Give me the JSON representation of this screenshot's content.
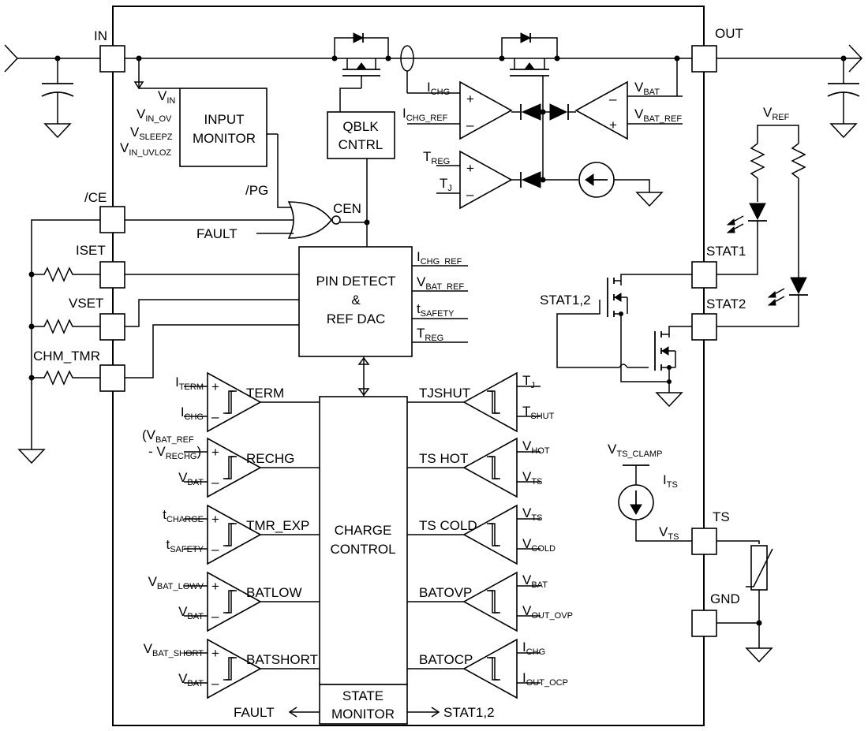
{
  "pins": {
    "in": "IN",
    "out": "OUT",
    "ce": "/CE",
    "iset": "ISET",
    "vset": "VSET",
    "chm_tmr": "CHM_TMR",
    "stat1": "STAT1",
    "stat2": "STAT2",
    "ts": "TS",
    "gnd": "GND"
  },
  "input_monitor": {
    "title_line1": "INPUT",
    "title_line2": "MONITOR",
    "inputs": [
      {
        "main": "V",
        "sub": "IN"
      },
      {
        "main": "V",
        "sub": "IN_OV"
      },
      {
        "main": "V",
        "sub": "SLEEPZ"
      },
      {
        "main": "V",
        "sub": "IN_UVLOZ"
      }
    ]
  },
  "qblk": {
    "line1": "QBLK",
    "line2": "CNTRL"
  },
  "pg_label": "/PG",
  "fault_input": "FAULT",
  "cen_label": "CEN",
  "pin_detect": {
    "line1": "PIN DETECT",
    "line2": "&",
    "line3": "REF DAC",
    "outputs": [
      {
        "main": "I",
        "sub": "CHG_REF"
      },
      {
        "main": "V",
        "sub": "BAT_REF"
      },
      {
        "main": "t",
        "sub": "SAFETY"
      },
      {
        "main": "T",
        "sub": "REG"
      }
    ]
  },
  "charge_control": {
    "line1": "CHARGE",
    "line2": "CONTROL"
  },
  "state_monitor": {
    "line1": "STATE",
    "line2": "MONITOR"
  },
  "fault_output": "FAULT",
  "stat_output": "STAT1,2",
  "stat_fet_label": "STAT1,2",
  "regulation_amps": {
    "ichg": {
      "main": "I",
      "sub": "CHG"
    },
    "ichg_ref": {
      "main": "I",
      "sub": "CHG_REF"
    },
    "vbat": {
      "main": "V",
      "sub": "BAT"
    },
    "vbat_ref": {
      "main": "V",
      "sub": "BAT_REF"
    },
    "treg": {
      "main": "T",
      "sub": "REG"
    },
    "tj": {
      "main": "T",
      "sub": "J"
    }
  },
  "vref": {
    "main": "V",
    "sub": "REF"
  },
  "ts_source": {
    "clamp": {
      "main": "V",
      "sub": "TS_CLAMP"
    },
    "its": {
      "main": "I",
      "sub": "TS"
    },
    "vts": {
      "main": "V",
      "sub": "TS"
    }
  },
  "left_comparators": [
    {
      "name": "TERM",
      "in_plus": {
        "main": "I",
        "sub": "TERM"
      },
      "in_minus": {
        "main": "I",
        "sub": "CHG"
      }
    },
    {
      "name": "RECHG",
      "in_plus": {
        "main": "(V",
        "sub": "BAT_REF",
        "line2_main": "- V",
        "line2_sub": "RECHG",
        "line2_tail": ")"
      },
      "in_minus": {
        "main": "V",
        "sub": "BAT"
      }
    },
    {
      "name": "TMR_EXP",
      "in_plus": {
        "main": "t",
        "sub": "CHARGE"
      },
      "in_minus": {
        "main": "t",
        "sub": "SAFETY"
      }
    },
    {
      "name": "BATLOW",
      "in_plus": {
        "main": "V",
        "sub": "BAT_LOWV"
      },
      "in_minus": {
        "main": "V",
        "sub": "BAT"
      }
    },
    {
      "name": "BATSHORT",
      "in_plus": {
        "main": "V",
        "sub": "BAT_SHORT"
      },
      "in_minus": {
        "main": "V",
        "sub": "BAT"
      }
    }
  ],
  "right_comparators": [
    {
      "name": "TJSHUT",
      "in_a": {
        "main": "T",
        "sub": "J"
      },
      "in_b": {
        "main": "T",
        "sub": "SHUT"
      }
    },
    {
      "name": "TS HOT",
      "in_a": {
        "main": "V",
        "sub": "HOT"
      },
      "in_b": {
        "main": "V",
        "sub": "TS"
      }
    },
    {
      "name": "TS COLD",
      "in_a": {
        "main": "V",
        "sub": "TS"
      },
      "in_b": {
        "main": "V",
        "sub": "COLD"
      }
    },
    {
      "name": "BATOVP",
      "in_a": {
        "main": "V",
        "sub": "BAT"
      },
      "in_b": {
        "main": "V",
        "sub": "OUT_OVP"
      }
    },
    {
      "name": "BATOCP",
      "in_a": {
        "main": "I",
        "sub": "CHG"
      },
      "in_b": {
        "main": "I",
        "sub": "OUT_OCP"
      }
    }
  ],
  "icons": [
    "ground-icon",
    "capacitor-icon",
    "resistor-icon",
    "led-icon",
    "thermistor-icon",
    "mosfet-icon",
    "current-source-icon",
    "diode-icon",
    "comparator-icon",
    "nor-gate-icon",
    "hysteresis-icon"
  ]
}
